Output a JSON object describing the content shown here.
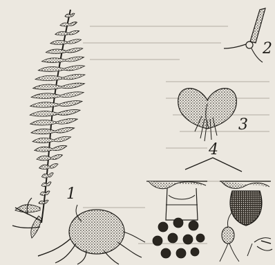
{
  "colors": {
    "paper": "#ece8e0",
    "ink": "#1e1c18",
    "show_through": "#b9b3a8"
  },
  "labels": {
    "frond": "1",
    "prothallus_young": "2",
    "prothallus_mature": "3",
    "sex_organs_group": "4"
  },
  "icons": {
    "frond": "fern-frond-icon",
    "rhizome": "rhizome-roots-icon",
    "prothallus_young": "germinating-spore-icon",
    "prothallus_mature": "heart-shaped-prothallus-icon",
    "antheridium": "antheridium-icon",
    "archegonium": "archegonium-icon",
    "sperm": "sperm-cells-icon",
    "young_sporophyte": "young-sporophyte-icon"
  }
}
